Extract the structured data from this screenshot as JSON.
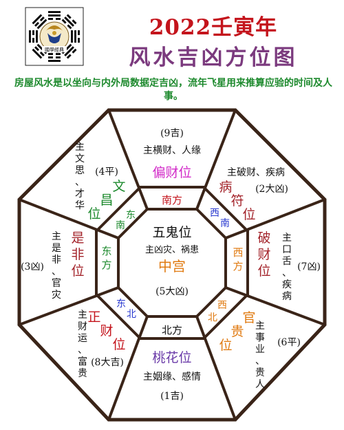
{
  "title": "2022壬寅年",
  "subtitle": "风水吉凶方位图",
  "logo_text": "國學經典",
  "intro": "房屋风水是以坐向与内外局数据定吉凶，流年飞星用来推算应验的时间及人事。",
  "center": {
    "name": "五鬼位",
    "effect": "主凶灾、祸患",
    "palace": "中宫",
    "star": "(5大凶)"
  },
  "sectors": {
    "south": {
      "direction": "南方",
      "position": "偏财位",
      "effect": "主横财、人缘",
      "star": "(9吉)"
    },
    "southwest": {
      "direction": "西南",
      "position": "病符位",
      "effect": "主破财、疾病",
      "star": "(2大凶)"
    },
    "west": {
      "direction": "西方",
      "position": "破财位",
      "effect": "主口舌、疾病",
      "star": "(7凶)"
    },
    "northwest": {
      "direction": "西北",
      "position": "官贵位",
      "effect": "主事业、贵人",
      "star": "(6平)"
    },
    "north": {
      "direction": "北方",
      "position": "桃花位",
      "effect": "主姻缘、感情",
      "star": "(1吉)"
    },
    "northeast": {
      "direction": "东北",
      "position": "正财位",
      "effect": "主财运、富贵",
      "star": "(8大吉)"
    },
    "east": {
      "direction": "东方",
      "position": "是非位",
      "effect": "主是非、官灾",
      "star": "(3凶)"
    },
    "southeast": {
      "direction": "东南",
      "position": "文昌位",
      "effect": "主文思、才华",
      "star": "(4平)"
    }
  },
  "colors": {
    "outline": "#3a2418",
    "title": "#c4141c",
    "subtitle": "#7b3a7e",
    "intro": "#1e8a2e"
  }
}
